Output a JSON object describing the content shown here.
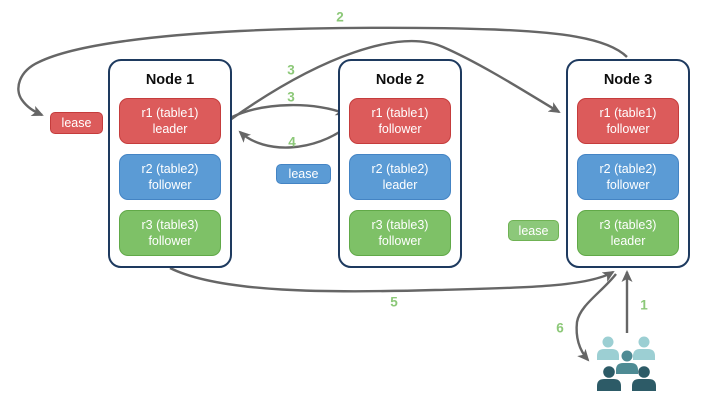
{
  "nodes": [
    {
      "title": "Node 1",
      "replicas": [
        {
          "label": "r1 (table1)",
          "role": "leader",
          "color": "red"
        },
        {
          "label": "r2 (table2)",
          "role": "follower",
          "color": "blue"
        },
        {
          "label": "r3 (table3)",
          "role": "follower",
          "color": "green"
        }
      ]
    },
    {
      "title": "Node 2",
      "replicas": [
        {
          "label": "r1 (table1)",
          "role": "follower",
          "color": "red"
        },
        {
          "label": "r2 (table2)",
          "role": "leader",
          "color": "blue"
        },
        {
          "label": "r3 (table3)",
          "role": "follower",
          "color": "green"
        }
      ]
    },
    {
      "title": "Node 3",
      "replicas": [
        {
          "label": "r1 (table1)",
          "role": "follower",
          "color": "red"
        },
        {
          "label": "r2 (table2)",
          "role": "follower",
          "color": "blue"
        },
        {
          "label": "r3 (table3)",
          "role": "leader",
          "color": "green"
        }
      ]
    }
  ],
  "leases": [
    {
      "label": "lease",
      "color": "red"
    },
    {
      "label": "lease",
      "color": "blue"
    },
    {
      "label": "lease",
      "color": "green"
    }
  ],
  "steps": {
    "s1": "1",
    "s2": "2",
    "s3a": "3",
    "s3b": "3",
    "s4": "4",
    "s5": "5",
    "s6": "6"
  },
  "arrows": [
    {
      "step": "1",
      "from": "users-group",
      "to": "node-3-bottom"
    },
    {
      "step": "2",
      "from": "node-3-top",
      "to": "lease-red"
    },
    {
      "step": "3",
      "from": "node-1-r1-leader",
      "to": "node-3-r1-follower"
    },
    {
      "step": "3",
      "from": "node-1-r1-leader",
      "to": "node-2-r1-follower"
    },
    {
      "step": "4",
      "from": "node-2-r1-follower",
      "to": "node-1-r1-leader"
    },
    {
      "step": "5",
      "from": "node-1-bottom",
      "to": "node-3-bottom"
    },
    {
      "step": "6",
      "from": "node-3-bottom",
      "to": "users-group"
    }
  ],
  "icons": {
    "users_group": "users-group-icon"
  },
  "colors": {
    "replica_red": "#dc5b5b",
    "replica_red_border": "#c53c3c",
    "replica_blue": "#5b9bd5",
    "replica_blue_border": "#4484c4",
    "replica_green": "#7ec167",
    "replica_green_border": "#61a948",
    "lease_green": "#8cc87a",
    "node_border": "#1e3a5f",
    "arrow": "#666666",
    "step_label": "#8cc878",
    "people_light": "#9ccfd3",
    "people_mid": "#4e8b94",
    "people_dark": "#2d5b67"
  }
}
